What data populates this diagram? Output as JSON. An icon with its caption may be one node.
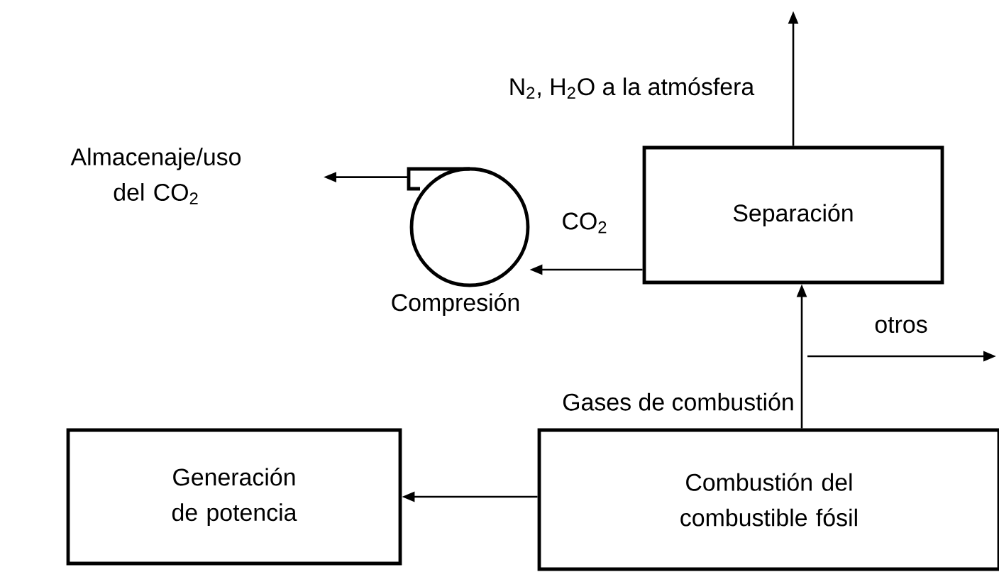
{
  "diagram": {
    "nodes": [
      {
        "text": [
          "Separación"
        ]
      },
      {
        "text": [],
        "shape": "circle",
        "beside": [
          "Compresión"
        ]
      },
      {
        "text": [
          "Generación de potencia"
        ]
      },
      {
        "text": [
          "Combustión del combustible fósil"
        ]
      }
    ],
    "edges": [
      {
        "from": 0,
        "to": null,
        "arrow": "to",
        "label": "N$_{2}$, H$_{2}$O a la atmósfera"
      },
      {
        "from": 0,
        "to": 1,
        "arrow": "to",
        "label": "CO$_{2}$"
      },
      {
        "from": 1,
        "to": null,
        "arrow": "to",
        "label": "Almacenaje/uso del CO$_{2}$"
      },
      {
        "from": 3,
        "to": 0,
        "arrow": "to",
        "label": "Gases de combustión"
      },
      {
        "from": 3,
        "to": 2,
        "arrow": "to"
      }
    ],
    "labels": [
      "otros"
    ]
  }
}
